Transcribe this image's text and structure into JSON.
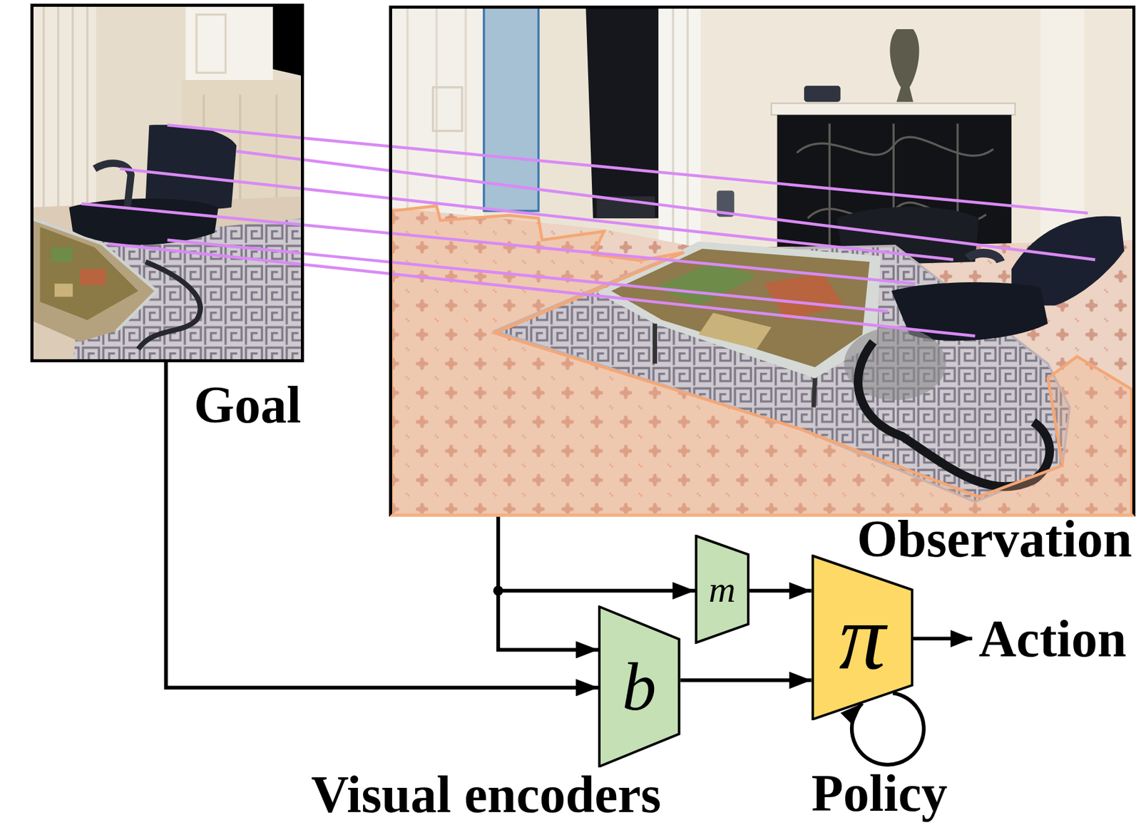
{
  "diagram": {
    "nodes": [
      {
        "text": [
          "Goal"
        ]
      },
      {
        "text": [
          "Observation"
        ]
      },
      {
        "text": [
          "m"
        ]
      },
      {
        "text": [
          "b"
        ]
      },
      {
        "text": [
          "π"
        ]
      }
    ],
    "edges": [
      {
        "from": 0,
        "to": 3,
        "arrow": "to"
      },
      {
        "from": 1,
        "to": 2,
        "arrow": "to"
      },
      {
        "from": 1,
        "to": 3,
        "arrow": "to"
      },
      {
        "from": 2,
        "to": 4,
        "arrow": "to"
      },
      {
        "from": 3,
        "to": 4,
        "arrow": "to"
      },
      {
        "from": 4,
        "to": 4,
        "arrow": "to"
      }
    ],
    "labels": [
      "Action",
      "Visual encoders",
      "Policy"
    ]
  }
}
